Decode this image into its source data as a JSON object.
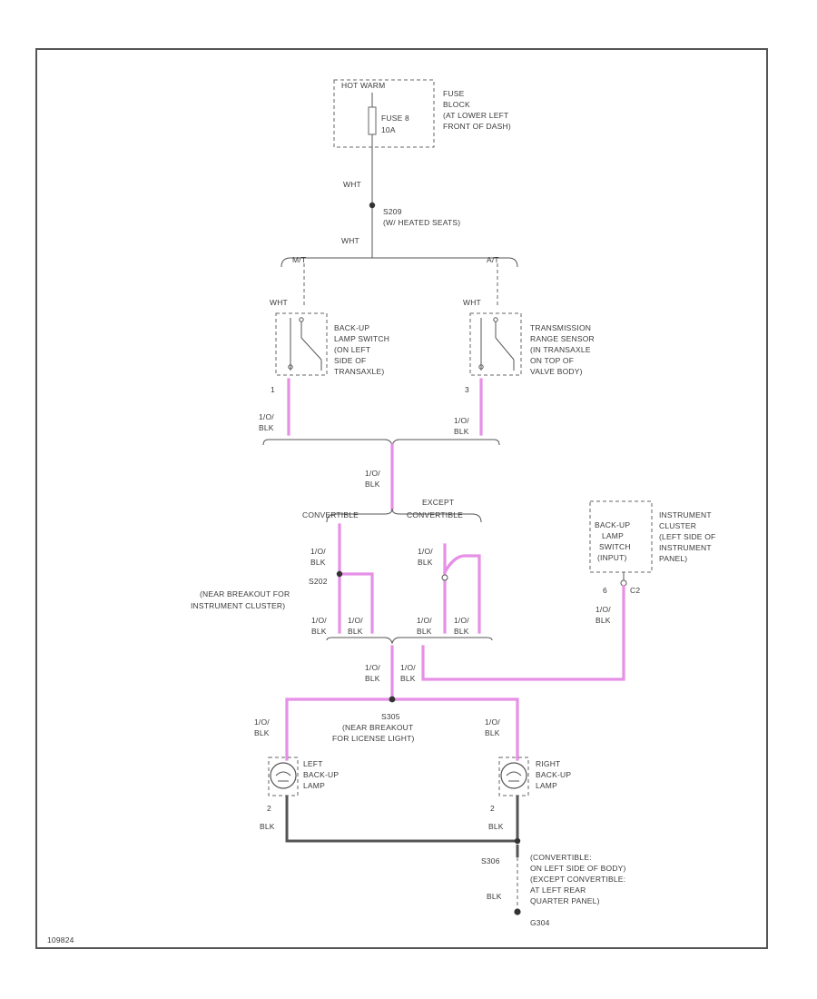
{
  "fuse_block": {
    "hot": "HOT WARM",
    "fuse": [
      "FUSE 8",
      "10A"
    ],
    "location": [
      "FUSE",
      "BLOCK",
      "(AT LOWER LEFT",
      "FRONT OF DASH)"
    ]
  },
  "wires": {
    "wht_feed": "WHT",
    "wht_splice": "WHT",
    "wht_left": "WHT",
    "wht_right": "WHT",
    "pin_left": "1",
    "pin_right": "3",
    "ltgrn_blk_left": [
      "1/O/",
      "BLK"
    ],
    "ltgrn_blk_right": [
      "1/O/",
      "BLK"
    ],
    "ltgrn_blk_mid": [
      "1/O/",
      "BLK"
    ],
    "conv_top": [
      "1/O/",
      "BLK"
    ],
    "exc_top": [
      "1/O/",
      "BLK"
    ],
    "conv_bot_a": [
      "1/O/",
      "BLK"
    ],
    "conv_bot_b": [
      "1/O/",
      "BLK"
    ],
    "exc_bot_a": [
      "1/O/",
      "BLK"
    ],
    "exc_bot_b": [
      "1/O/",
      "BLK"
    ],
    "join_left": [
      "1/O/",
      "BLK"
    ],
    "join_right": [
      "1/O/",
      "BLK"
    ],
    "cluster_wire": [
      "1/O/",
      "BLK"
    ],
    "cluster_pin": "6",
    "cluster_conn": "C2",
    "lamp_left_feed": [
      "1/O/",
      "BLK"
    ],
    "lamp_right_feed": [
      "1/O/",
      "BLK"
    ],
    "lamp_left_gnd_pin": "2",
    "lamp_left_gnd": "BLK",
    "lamp_right_gnd_pin": "2",
    "lamp_right_gnd": "BLK",
    "gnd_wire": "BLK"
  },
  "splices": {
    "s209": [
      "S209",
      "(W/ HEATED SEATS)"
    ],
    "s202": [
      "S202",
      "(NEAR BREAKOUT FOR",
      "INSTRUMENT CLUSTER)"
    ],
    "s305": [
      "S305",
      "(NEAR BREAKOUT",
      "FOR LICENSE LIGHT)"
    ],
    "s306": "S306"
  },
  "options": {
    "mt": "M/T",
    "at": "A/T",
    "convertible": "CONVERTIBLE",
    "except_convertible": [
      "EXCEPT",
      "CONVERTIBLE"
    ]
  },
  "components": {
    "backup_switch": [
      "BACK-UP",
      "LAMP SWITCH",
      "(ON LEFT",
      "SIDE OF",
      "TRANSAXLE)"
    ],
    "range_sensor": [
      "TRANSMISSION",
      "RANGE SENSOR",
      "(IN TRANSAXLE",
      "ON TOP OF",
      "VALVE BODY)"
    ],
    "cluster_inner": [
      "BACK-UP",
      "LAMP",
      "SWITCH",
      "(INPUT)"
    ],
    "cluster_label": [
      "INSTRUMENT",
      "CLUSTER",
      "(LEFT SIDE OF",
      "INSTRUMENT",
      "PANEL)"
    ],
    "left_lamp": [
      "LEFT",
      "BACK-UP",
      "LAMP"
    ],
    "right_lamp": [
      "RIGHT",
      "BACK-UP",
      "LAMP"
    ],
    "ground_location": [
      "(CONVERTIBLE:",
      "ON LEFT SIDE OF BODY)",
      "(EXCEPT CONVERTIBLE:",
      "AT LEFT REAR",
      "QUARTER PANEL)"
    ],
    "ground": "G304"
  },
  "figure_id": "109824"
}
